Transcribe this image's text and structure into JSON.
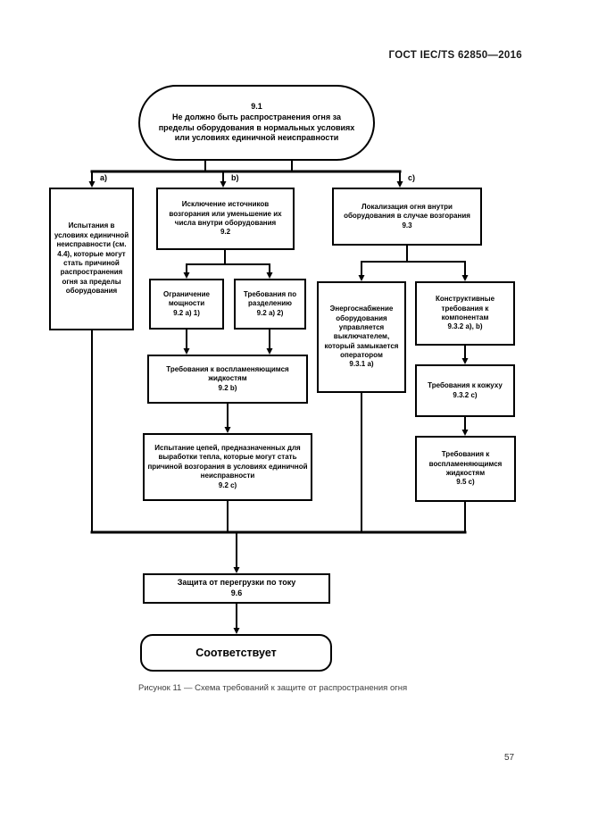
{
  "header": {
    "title": "ГОСТ IEC/TS 62850—2016"
  },
  "page_number": "57",
  "caption": "Рисунок 11 — Схема требований к защите от распространения огня",
  "diagram": {
    "root": {
      "ref": "9.1",
      "text": "Не должно быть распространения огня за пределы оборудования в нормальных условиях или условиях единичной неисправности"
    },
    "branch_labels": {
      "a": "a)",
      "b": "b)",
      "c": "c)"
    },
    "nodes": {
      "test_single_fault": {
        "text": "Испытания в условиях единичной неисправности (см. 4.4), которые могут стать причиной распространения огня за пределы оборудования"
      },
      "ignition_sources": {
        "text": "Исключение источников возгорания или уменьшение их числа внутри оборудования",
        "ref": "9.2"
      },
      "fire_containment": {
        "text": "Локализация огня внутри оборудования в случае возгорания",
        "ref": "9.3"
      },
      "power_limit": {
        "text": "Ограничение мощности",
        "ref": "9.2 a) 1)"
      },
      "separation": {
        "text": "Требования по разделению",
        "ref": "9.2 a) 2)"
      },
      "flammable_liquids_b": {
        "text": "Требования к воспламеняющимся жидкостям",
        "ref": "9.2 b)"
      },
      "heat_circuits_test": {
        "text": "Испытание цепей, предназначенных для выработки тепла, которые могут стать причиной возгорания в условиях единичной неисправности",
        "ref": "9.2 c)"
      },
      "power_switch": {
        "text": "Энергоснабжение оборудования управляется выключателем, который замыкается оператором",
        "ref": "9.3.1 a)"
      },
      "component_requirements": {
        "text": "Конструктивные требования к компонентам",
        "ref": "9.3.2 a), b)"
      },
      "enclosure_requirements": {
        "text": "Требования к кожуху",
        "ref": "9.3.2 c)"
      },
      "flammable_liquids_c": {
        "text": "Требования к воспламеняющимся жидкостям",
        "ref": "9.5 c)"
      },
      "overcurrent_protection": {
        "text": "Защита от перегрузки по току",
        "ref": "9.6"
      },
      "result": {
        "text": "Соответствует"
      }
    }
  }
}
